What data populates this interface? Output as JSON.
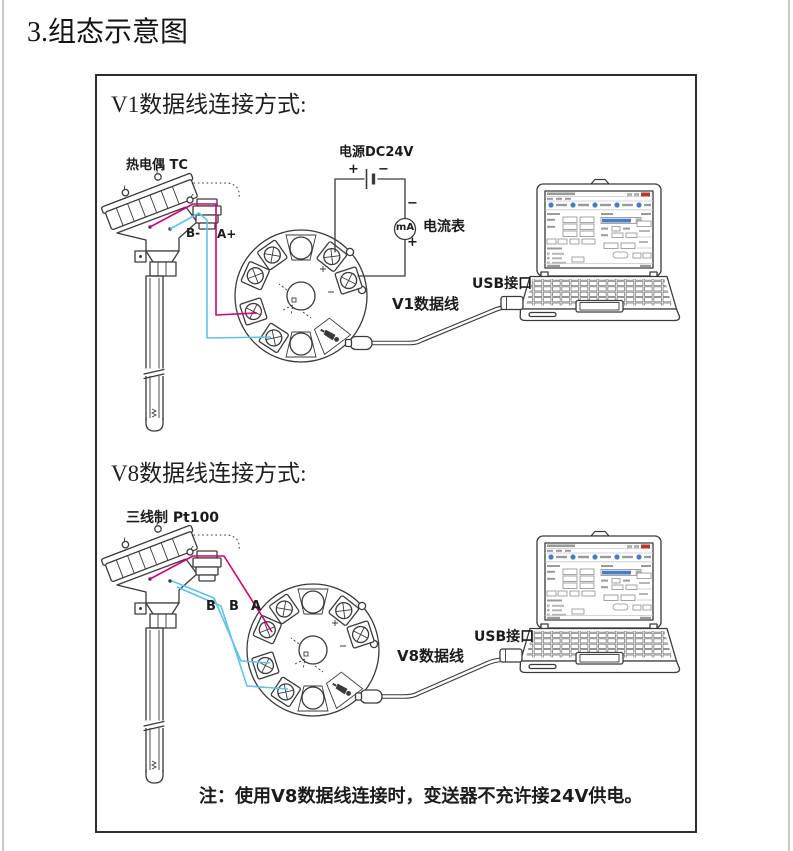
{
  "page": {
    "title": "3.组态示意图",
    "note": "注：使用V8数据线连接时，变送器不充许接24V供电。"
  },
  "colors": {
    "line": "#3a3a3a",
    "wire_magenta": "#cf0277",
    "wire_cyan": "#5fc3e7",
    "close_red": "#b8352c",
    "toolbar_blue": "#4a7dbf"
  },
  "diagram1": {
    "heading": "V1数据线连接方式:",
    "sensor_label": "热电偶 TC",
    "sensor_terminal_neg": "B-",
    "sensor_terminal_pos": "A+",
    "power_supply_label": "电源DC24V",
    "power_plus": "+",
    "power_minus": "−",
    "ammeter_minus": "−",
    "ammeter_unit": "mA",
    "ammeter_label": "电流表",
    "ammeter_plus": "+",
    "cable_label": "V1数据线",
    "usb_port_label": "USB接口"
  },
  "diagram2": {
    "heading": "V8数据线连接方式:",
    "sensor_label": "三线制 Pt100",
    "wire_label_b1": "B",
    "wire_label_b2": "B",
    "wire_label_a": "A",
    "cable_label": "V8数据线",
    "usb_port_label": "USB接口"
  }
}
